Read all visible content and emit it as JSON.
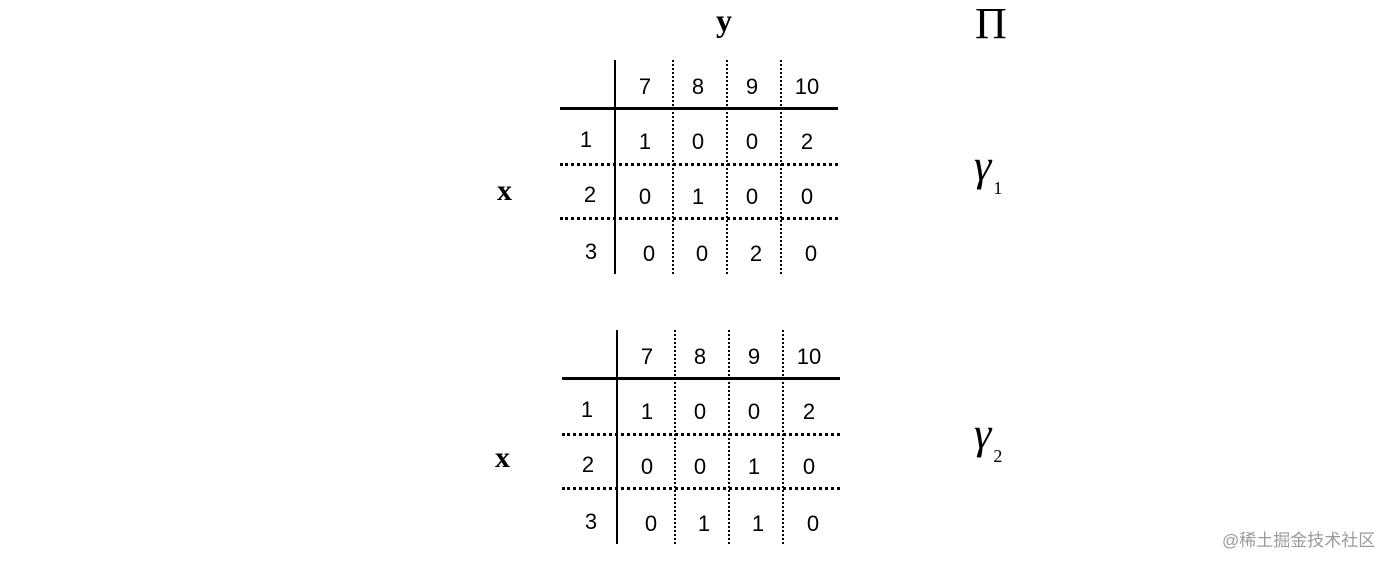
{
  "labels": {
    "y": "y",
    "x_top": "x",
    "x_bottom": "x",
    "pi": "Π",
    "gamma1_symbol": "γ",
    "gamma1_sub": "1",
    "gamma2_symbol": "γ",
    "gamma2_sub": "2"
  },
  "table1": {
    "columns": [
      "7",
      "8",
      "9",
      "10"
    ],
    "rows": [
      {
        "label": "1",
        "cells": [
          "1",
          "0",
          "0",
          "2"
        ]
      },
      {
        "label": "2",
        "cells": [
          "0",
          "1",
          "0",
          "0"
        ]
      },
      {
        "label": "3",
        "cells": [
          "0",
          "0",
          "2",
          "0"
        ]
      }
    ]
  },
  "table2": {
    "columns": [
      "7",
      "8",
      "9",
      "10"
    ],
    "rows": [
      {
        "label": "1",
        "cells": [
          "1",
          "0",
          "0",
          "2"
        ]
      },
      {
        "label": "2",
        "cells": [
          "0",
          "0",
          "1",
          "0"
        ]
      },
      {
        "label": "3",
        "cells": [
          "0",
          "1",
          "1",
          "0"
        ]
      }
    ]
  },
  "watermark": "@稀土掘金技术社区"
}
